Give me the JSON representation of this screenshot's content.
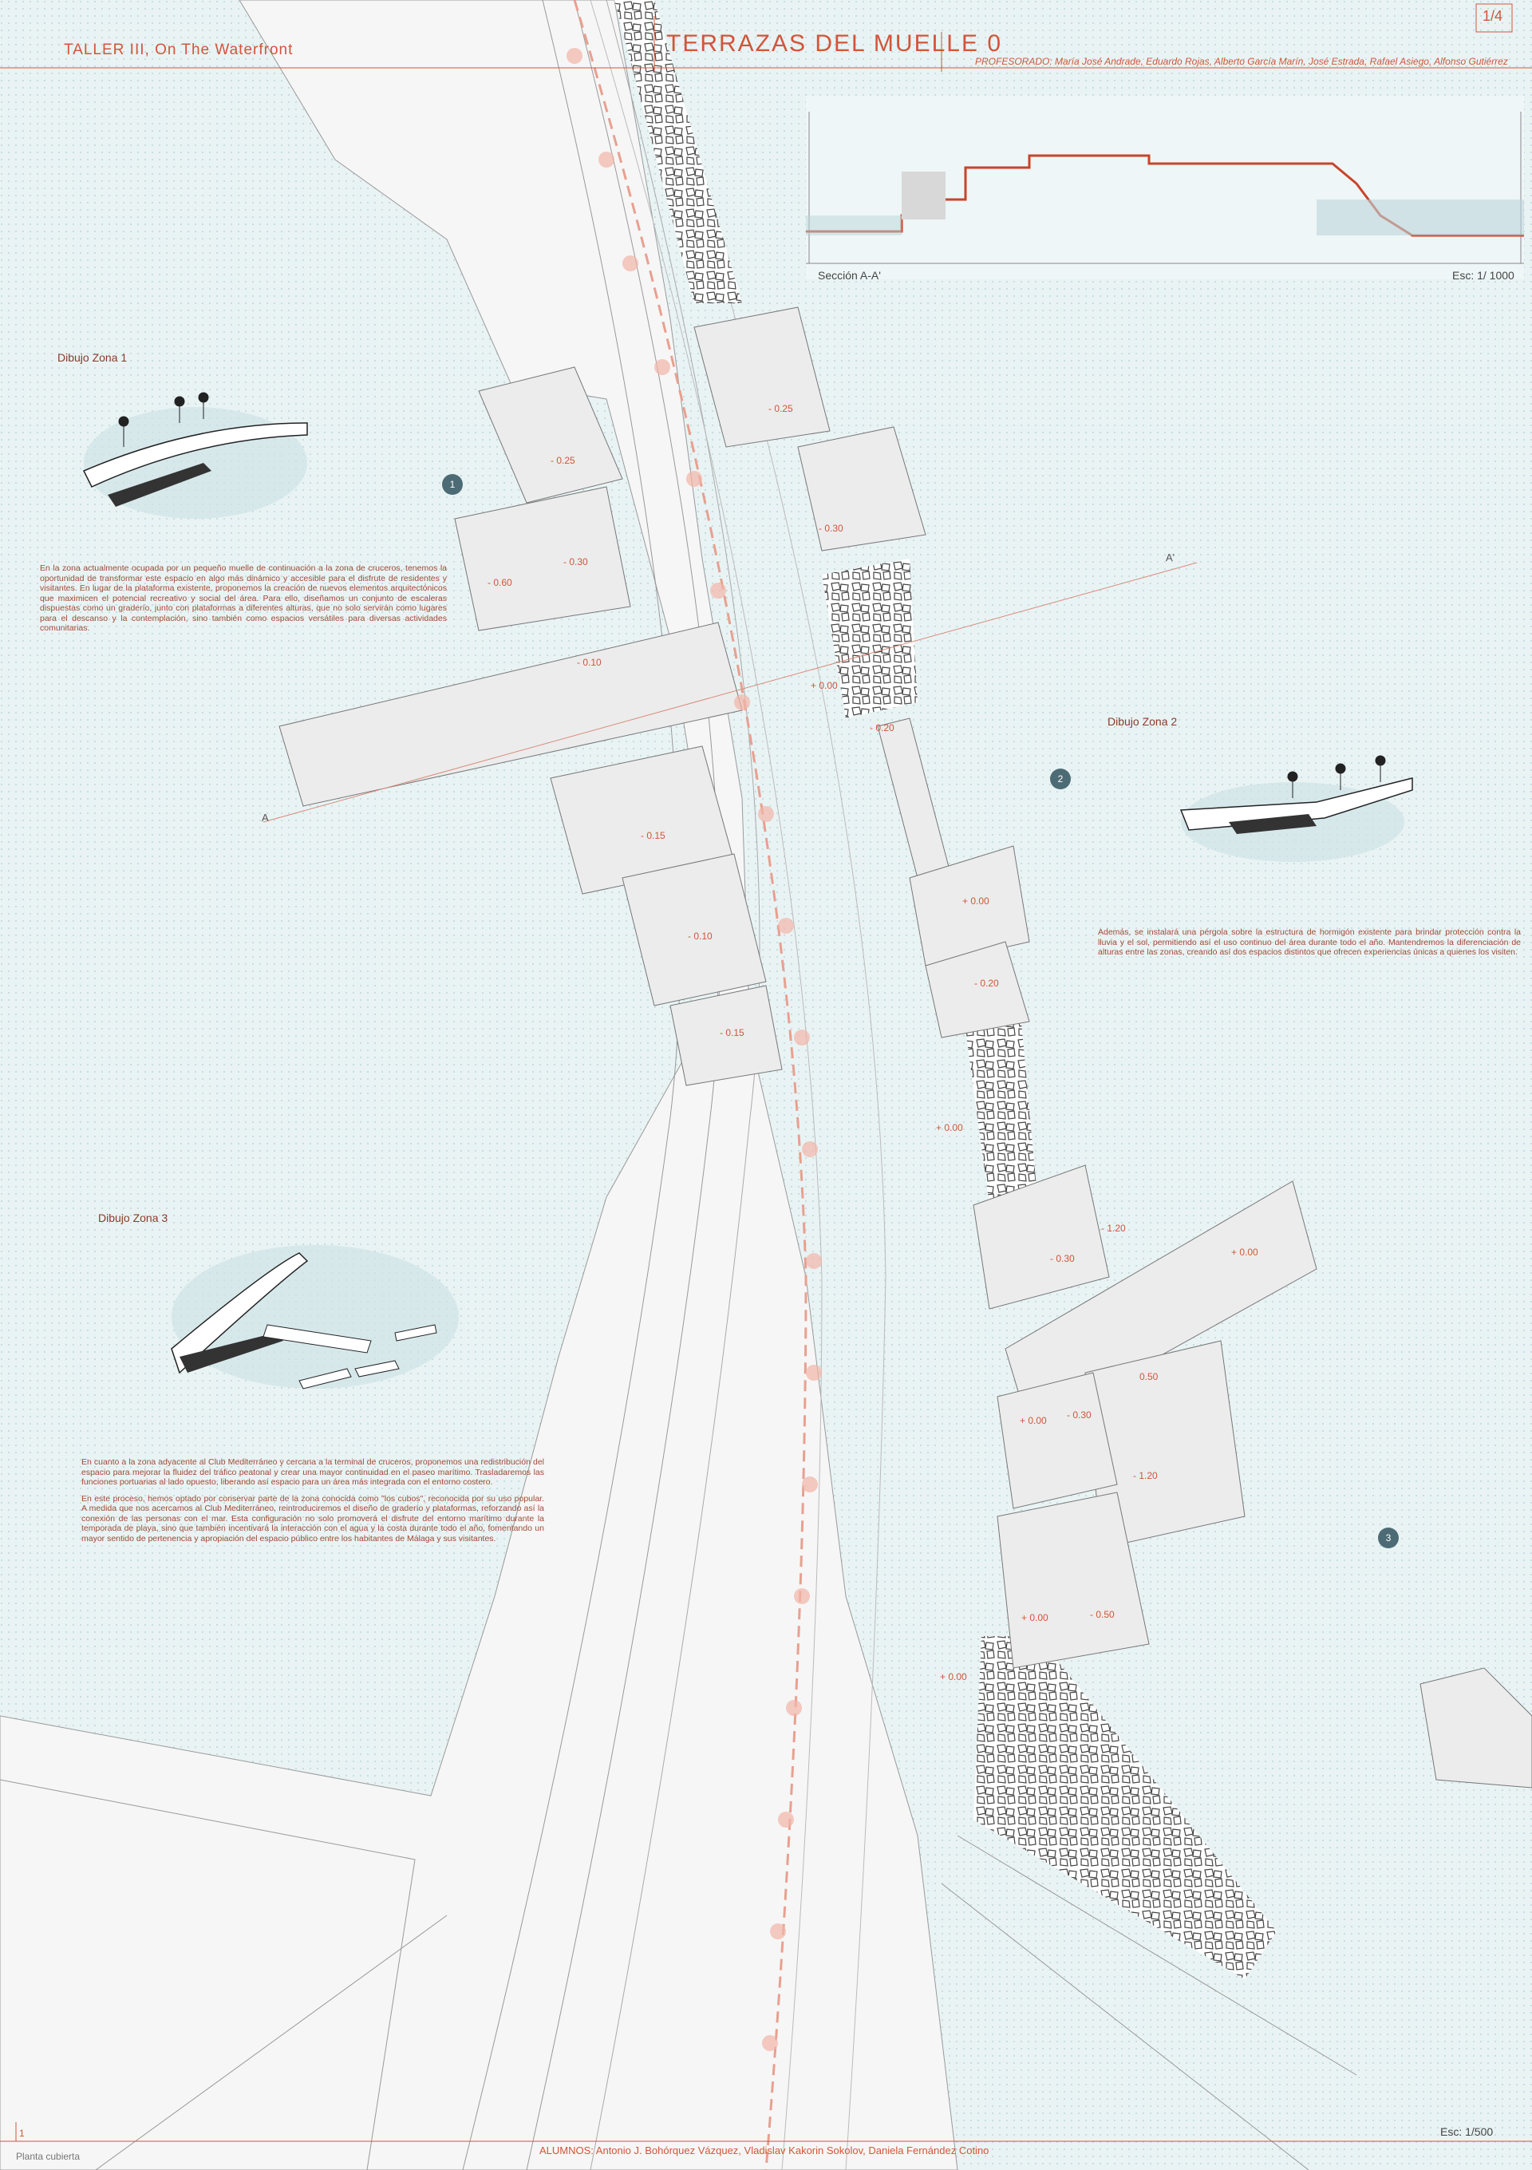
{
  "header": {
    "taller": "TALLER III, On The Waterfront",
    "title": "TERRAZAS DEL MUELLE 0",
    "sheet": "1/4",
    "profesorado": "PROFESORADO: María José Andrade, Eduardo Rojas, Alberto García Marín, José Estrada, Rafael Asiego, Alfonso Gutiérrez"
  },
  "section": {
    "label": "Sección A-A'",
    "scale": "Esc: 1/ 1000"
  },
  "zones": [
    {
      "label": "Dibujo Zona 1",
      "badge": "1"
    },
    {
      "label": "Dibujo Zona 2",
      "badge": "2"
    },
    {
      "label": "Dibujo Zona 3",
      "badge": "3"
    }
  ],
  "texts": {
    "zona1": "En la zona actualmente ocupada por un pequeño muelle de continuación a la zona de cruceros, tenemos la oportunidad de transformar este espacio en algo más dinámico y accesible para el disfrute de residentes y visitantes. En lugar de la plataforma existente, proponemos la creación de nuevos elementos arquitectónicos que maximicen el potencial recreativo y social del área. Para ello, diseñamos un conjunto de escaleras dispuestas como un graderío, junto con plataformas a diferentes alturas, que no solo servirán como lugares para el descanso y la contemplación, sino también como espacios versátiles para diversas actividades comunitarias.",
    "zona2": "Además, se instalará una pérgola sobre la estructura de hormigón existente para brindar protección contra la lluvia y el sol, permitiendo así el uso continuo del área durante todo el año. Mantendremos la diferenciación de alturas entre las zonas, creando así dos espacios distintos que ofrecen experiencias únicas a quienes los visiten.",
    "zona3a": "En cuanto a la zona adyacente al Club Mediterráneo y cercana a la terminal de cruceros, proponemos una redistribución del espacio para mejorar la fluidez del tráfico peatonal y crear una mayor continuidad en el paseo marítimo. Trasladaremos las funciones portuarias al lado opuesto, liberando así espacio para un área más integrada con el entorno costero.",
    "zona3b": "En este proceso, hemos optado por conservar parte de la zona conocida como \"los cubos\", reconocida por su uso popular. A medida que nos acercamos al Club Mediterráneo, reintroduciremos el diseño de graderío y plataformas, reforzando así la conexión de las personas con el mar. Esta configuración no solo promoverá el disfrute del entorno marítimo durante la temporada de playa, sino que también incentivará la interacción con el agua y la costa durante todo el año, fomentando un mayor sentido de pertenencia y apropiación del espacio público entre los habitantes de Málaga y sus visitantes."
  },
  "levels": [
    "- 0.25",
    "- 0.30",
    "- 0.60",
    "- 0.30",
    "- 0.10",
    "+ 0.00",
    "- 0.20",
    "- 0.15",
    "- 0.10",
    "- 0.15",
    "+ 0.00",
    "- 0.20",
    "+ 0.00",
    "- 1.20",
    "- 0.30",
    "+ 0.00",
    "0.50",
    "+ 0.00",
    "- 0.30",
    "- 1.20",
    "+ 0.00",
    "- 0.50",
    "+ 0.00",
    "- 0.25"
  ],
  "section_marks": {
    "a": "A",
    "a_prime": "A'"
  },
  "footer": {
    "plan": "Planta cubierta",
    "alumnos": "ALUMNOS: Antonio J. Bohórquez Vázquez, Vladislav Kakorin Sokolov, Daniela Fernández Cotino",
    "scale": "Esc: 1/500",
    "sheet_mark": "1"
  },
  "colors": {
    "accent": "#d2553a",
    "sea": "#e9f3f4",
    "rock": "#7a7a7a",
    "badge": "#4d6b74"
  }
}
